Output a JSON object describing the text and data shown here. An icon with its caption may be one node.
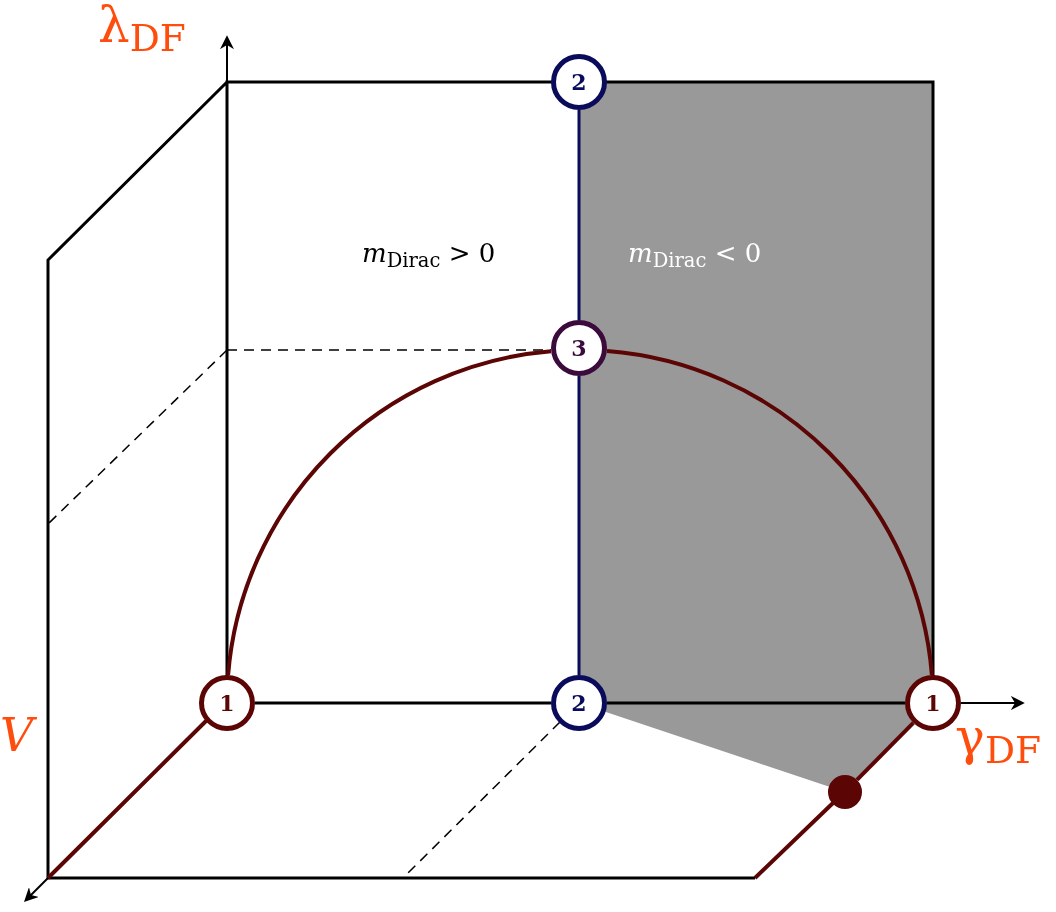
{
  "diagram": {
    "nodes": [
      {
        "text": [
          "2"
        ]
      },
      {
        "text": [
          "3"
        ]
      },
      {
        "text": [
          "1"
        ]
      },
      {
        "text": [
          "2"
        ]
      },
      {
        "text": [
          "1"
        ]
      },
      {
        "text": [],
        "shape": "circle"
      }
    ],
    "edges": [
      {
        "from": 0,
        "to": 1,
        "arrow": "none",
        "color": "#0b0b5c"
      },
      {
        "from": 1,
        "to": 3,
        "arrow": "none",
        "color": "#0b0b5c"
      },
      {
        "from": 2,
        "to": 1,
        "arrow": "none"
      },
      {
        "from": 1,
        "to": 4,
        "arrow": "none"
      },
      {
        "from": 4,
        "to": 5,
        "arrow": "none"
      },
      {
        "from": 2,
        "to": 3,
        "arrow": "none",
        "color": "#000000"
      },
      {
        "from": 3,
        "to": 4,
        "arrow": "none",
        "color": "#000000"
      }
    ],
    "labels": [
      "λ$_{DF}$",
      "*m*$_{Dirac}$ > 0",
      "*m*$_{Dirac}$ < 0",
      "V",
      "γ$_{DF}$"
    ]
  }
}
